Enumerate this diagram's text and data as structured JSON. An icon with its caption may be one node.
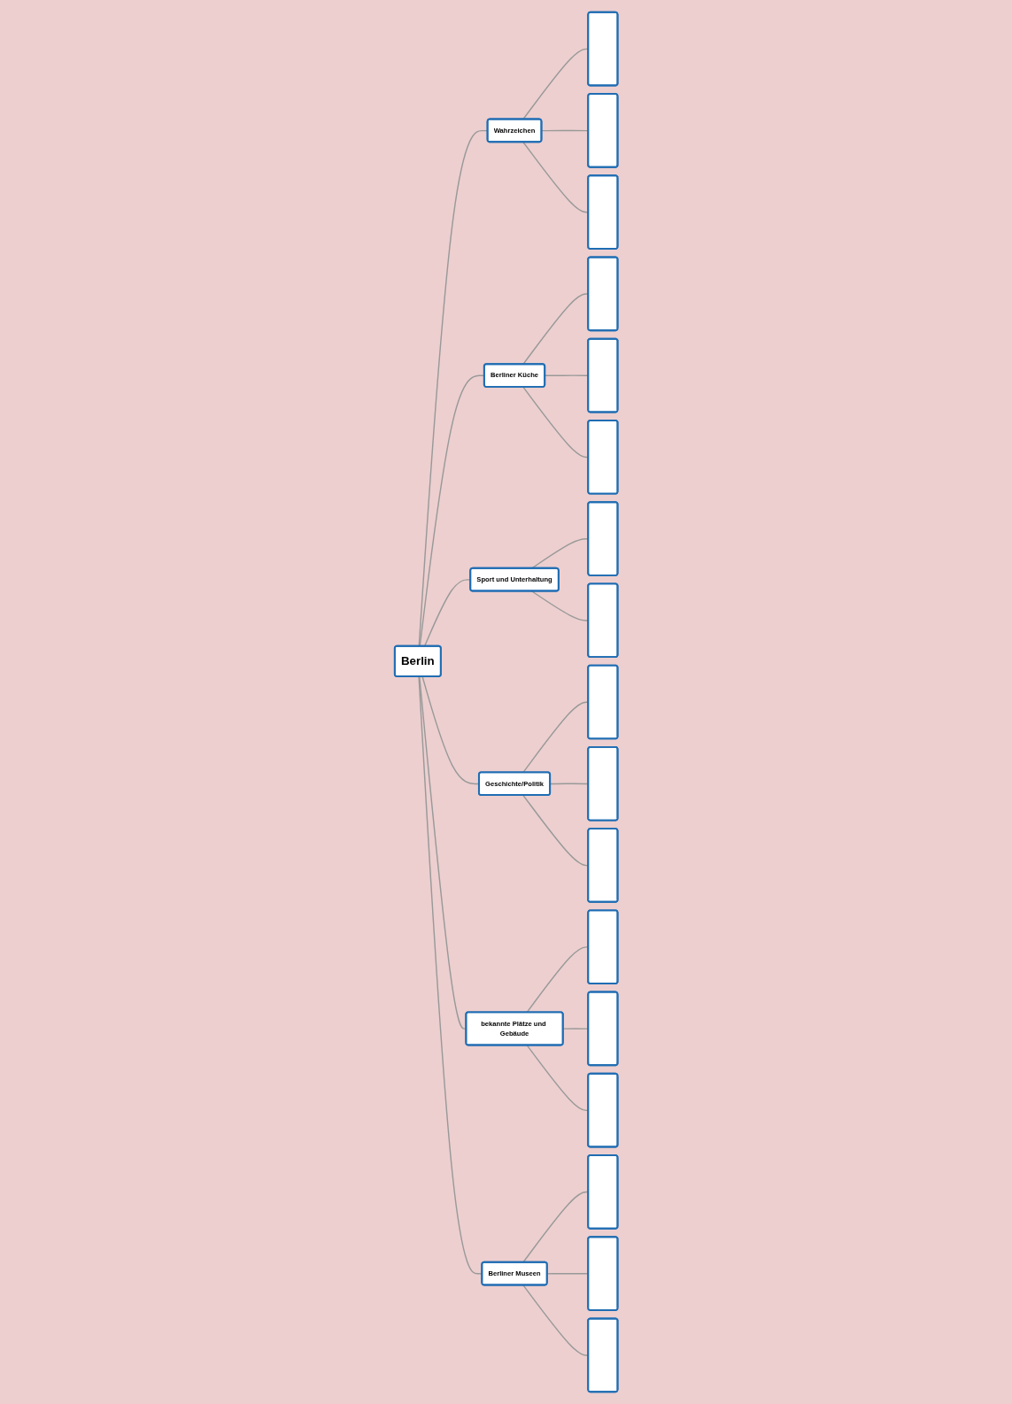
{
  "diagram": {
    "nodes": [
      {
        "text": [
          "Berlin"
        ]
      },
      {
        "text": [
          "Wahrzeichen"
        ]
      },
      {
        "text": [
          "Berliner Küche"
        ]
      },
      {
        "text": [
          "Sport und Unterhaltung"
        ]
      },
      {
        "text": [
          "Geschichte/Politik"
        ]
      },
      {
        "text": [
          "bekannte Plätze und Gebäude"
        ]
      },
      {
        "text": [
          "Berliner Museen"
        ]
      },
      {
        "text": [],
        "shape": "box"
      },
      {
        "text": [],
        "shape": "box"
      },
      {
        "text": [],
        "shape": "box"
      },
      {
        "text": [],
        "shape": "box"
      },
      {
        "text": [],
        "shape": "box"
      },
      {
        "text": [],
        "shape": "box"
      },
      {
        "text": [],
        "shape": "box"
      },
      {
        "text": [],
        "shape": "box"
      },
      {
        "text": [],
        "shape": "box"
      },
      {
        "text": [],
        "shape": "box"
      },
      {
        "text": [],
        "shape": "box"
      },
      {
        "text": [],
        "shape": "box"
      },
      {
        "text": [],
        "shape": "box"
      },
      {
        "text": [],
        "shape": "box"
      },
      {
        "text": [],
        "shape": "box"
      },
      {
        "text": [],
        "shape": "box"
      },
      {
        "text": [],
        "shape": "box"
      }
    ],
    "edges": [
      {
        "from": 0,
        "to": 1,
        "arrow": "none"
      },
      {
        "from": 0,
        "to": 2,
        "arrow": "none"
      },
      {
        "from": 0,
        "to": 3,
        "arrow": "none"
      },
      {
        "from": 0,
        "to": 4,
        "arrow": "none"
      },
      {
        "from": 0,
        "to": 5,
        "arrow": "none"
      },
      {
        "from": 0,
        "to": 6,
        "arrow": "none"
      },
      {
        "from": 1,
        "to": 7,
        "arrow": "none"
      },
      {
        "from": 1,
        "to": 8,
        "arrow": "none"
      },
      {
        "from": 1,
        "to": 9,
        "arrow": "none"
      },
      {
        "from": 2,
        "to": 10,
        "arrow": "none"
      },
      {
        "from": 2,
        "to": 11,
        "arrow": "none"
      },
      {
        "from": 2,
        "to": 12,
        "arrow": "none"
      },
      {
        "from": 3,
        "to": 13,
        "arrow": "none"
      },
      {
        "from": 3,
        "to": 14,
        "arrow": "none"
      },
      {
        "from": 4,
        "to": 15,
        "arrow": "none"
      },
      {
        "from": 4,
        "to": 16,
        "arrow": "none"
      },
      {
        "from": 4,
        "to": 17,
        "arrow": "none"
      },
      {
        "from": 5,
        "to": 18,
        "arrow": "none"
      },
      {
        "from": 5,
        "to": 19,
        "arrow": "none"
      },
      {
        "from": 5,
        "to": 20,
        "arrow": "none"
      },
      {
        "from": 6,
        "to": 21,
        "arrow": "none"
      },
      {
        "from": 6,
        "to": 22,
        "arrow": "none"
      },
      {
        "from": 6,
        "to": 23,
        "arrow": "none"
      }
    ]
  }
}
